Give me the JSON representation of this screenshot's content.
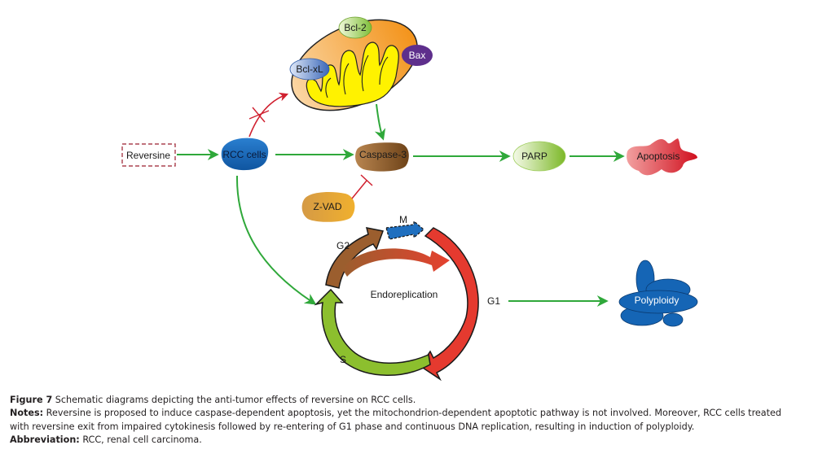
{
  "diagram": {
    "nodes": {
      "reversine": "Reversine",
      "rcc_cells": "RCC cells",
      "caspase3": "Caspase-3",
      "parp": "PARP",
      "apoptosis": "Apoptosis",
      "zvad": "Z-VAD",
      "bcl2": "Bcl-2",
      "bclxl": "Bcl-xL",
      "bax": "Bax",
      "polyploidy": "Polyploidy",
      "endoreplication": "Endoreplication"
    },
    "cell_cycle_phases": {
      "m": "M",
      "g1": "G1",
      "s": "S",
      "g2": "G2"
    },
    "edges": [
      {
        "from": "Reversine",
        "to": "RCC cells",
        "type": "activation"
      },
      {
        "from": "RCC cells",
        "to": "Mitochondrion",
        "type": "blocked"
      },
      {
        "from": "Mitochondrion",
        "to": "Caspase-3",
        "type": "activation"
      },
      {
        "from": "RCC cells",
        "to": "Caspase-3",
        "type": "activation"
      },
      {
        "from": "Caspase-3",
        "to": "PARP",
        "type": "activation"
      },
      {
        "from": "PARP",
        "to": "Apoptosis",
        "type": "activation"
      },
      {
        "from": "Z-VAD",
        "to": "Caspase-3",
        "type": "inhibition"
      },
      {
        "from": "RCC cells",
        "to": "Cell cycle",
        "type": "activation"
      },
      {
        "from": "G1",
        "to": "Polyploidy",
        "type": "activation"
      }
    ],
    "colors": {
      "activation_arrow": "#2fa83a",
      "inhibition": "#d0202f",
      "rcc_blue": "#1565b5",
      "caspase_brown": "#8b5a2b",
      "zvad_orange": "#e2a33a",
      "parp_green": "#8cc63e",
      "apoptosis_red": "#d42a33",
      "mito_outer": "#f39a1c",
      "mito_inner": "#fff200",
      "g1_red": "#e53a2f",
      "s_green": "#8cbf2e",
      "g2_brown": "#9b5e2e",
      "m_blue": "#1f6fbf"
    }
  },
  "caption": {
    "figure_label": "Figure 7",
    "figure_text": " Schematic diagrams depicting the anti-tumor effects of reversine on RCC cells.",
    "notes_label": "Notes:",
    "notes_line1": " Reversine is proposed to induce caspase-dependent apoptosis, yet the mitochondrion-dependent apoptotic pathway is not involved. Moreover, RCC cells treated",
    "notes_line2": "with reversine exit from impaired cytokinesis followed by re-entering of G1 phase and continuous DNA replication, resulting in induction of polyploidy.",
    "abbrev_label": "Abbreviation:",
    "abbrev_text": " RCC, renal cell carcinoma."
  }
}
